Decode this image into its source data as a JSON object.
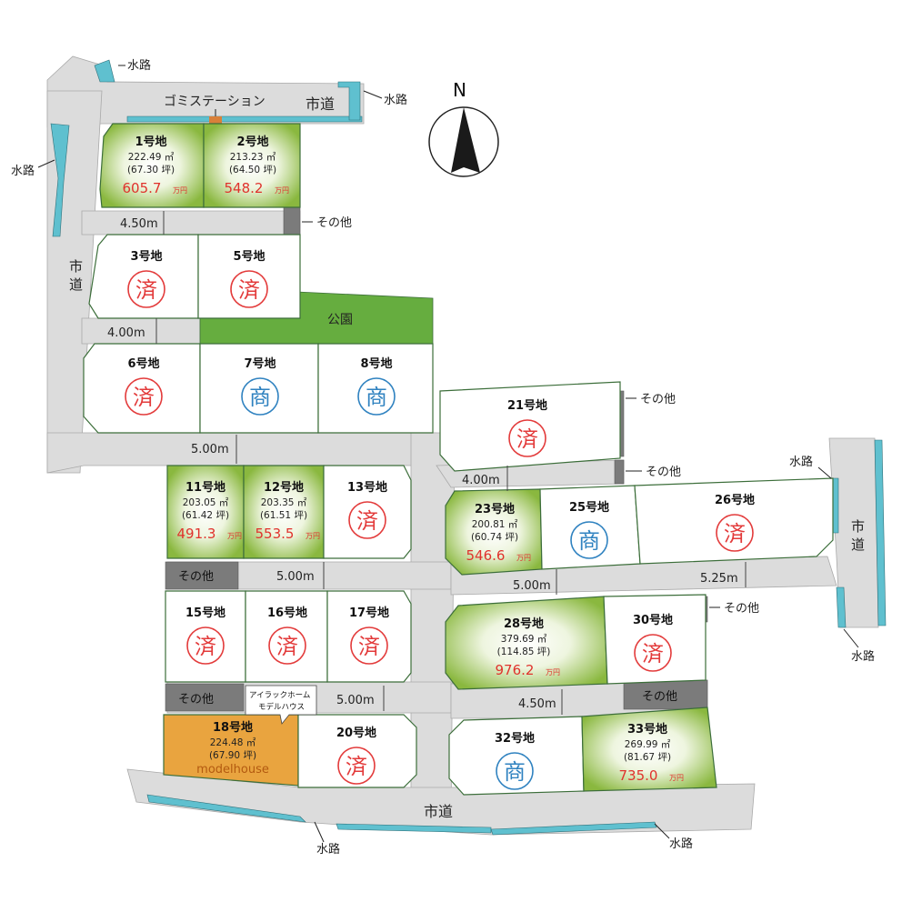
{
  "labels": {
    "gomi": "ゴミステーション",
    "shidou": "市道",
    "suiro": "水路",
    "sonota": "その他",
    "koen": "公園",
    "compass": "N",
    "man": "万円",
    "sumi": "済",
    "sho": "商"
  },
  "road_widths": {
    "w450a": "4.50m",
    "w400a": "4.00m",
    "w500a": "5.00m",
    "w400b": "4.00m",
    "w500b": "5.00m",
    "w500c": "5.00m",
    "w525": "5.25m",
    "w500d": "5.00m",
    "w450b": "4.50m"
  },
  "model_callout": {
    "line1": "アイラックホーム",
    "line2": "モデルハウス",
    "tag": "modelhouse"
  },
  "colors": {
    "road": "#dcdcdc",
    "available": "#8ab83f",
    "park": "#66ad3f",
    "model": "#e9a43f",
    "sold": "#e33b3b",
    "commercial": "#2f82c0",
    "price": "#e0322c",
    "waterway": "#5fc0cf",
    "lot_border": "#3c6e3a",
    "misc": "#7b7b7b"
  },
  "lots": [
    {
      "id": "1",
      "name": "1号地",
      "status": "available",
      "area": "222.49 ㎡",
      "tsubo": "(67.30 坪)",
      "price": "605.7"
    },
    {
      "id": "2",
      "name": "2号地",
      "status": "available",
      "area": "213.23 ㎡",
      "tsubo": "(64.50 坪)",
      "price": "548.2"
    },
    {
      "id": "3",
      "name": "3号地",
      "status": "sold"
    },
    {
      "id": "5",
      "name": "5号地",
      "status": "sold"
    },
    {
      "id": "6",
      "name": "6号地",
      "status": "sold"
    },
    {
      "id": "7",
      "name": "7号地",
      "status": "commercial"
    },
    {
      "id": "8",
      "name": "8号地",
      "status": "commercial"
    },
    {
      "id": "11",
      "name": "11号地",
      "status": "available",
      "area": "203.05 ㎡",
      "tsubo": "(61.42 坪)",
      "price": "491.3"
    },
    {
      "id": "12",
      "name": "12号地",
      "status": "available",
      "area": "203.35 ㎡",
      "tsubo": "(61.51 坪)",
      "price": "553.5"
    },
    {
      "id": "13",
      "name": "13号地",
      "status": "sold"
    },
    {
      "id": "15",
      "name": "15号地",
      "status": "sold"
    },
    {
      "id": "16",
      "name": "16号地",
      "status": "sold"
    },
    {
      "id": "17",
      "name": "17号地",
      "status": "sold"
    },
    {
      "id": "18",
      "name": "18号地",
      "status": "model",
      "area": "224.48 ㎡",
      "tsubo": "(67.90 坪)"
    },
    {
      "id": "20",
      "name": "20号地",
      "status": "sold"
    },
    {
      "id": "21",
      "name": "21号地",
      "status": "sold"
    },
    {
      "id": "23",
      "name": "23号地",
      "status": "available",
      "area": "200.81 ㎡",
      "tsubo": "(60.74 坪)",
      "price": "546.6"
    },
    {
      "id": "25",
      "name": "25号地",
      "status": "commercial"
    },
    {
      "id": "26",
      "name": "26号地",
      "status": "sold"
    },
    {
      "id": "28",
      "name": "28号地",
      "status": "available",
      "area": "379.69 ㎡",
      "tsubo": "(114.85 坪)",
      "price": "976.2"
    },
    {
      "id": "30",
      "name": "30号地",
      "status": "sold"
    },
    {
      "id": "32",
      "name": "32号地",
      "status": "commercial"
    },
    {
      "id": "33",
      "name": "33号地",
      "status": "available",
      "area": "269.99 ㎡",
      "tsubo": "(81.67 坪)",
      "price": "735.0"
    }
  ]
}
